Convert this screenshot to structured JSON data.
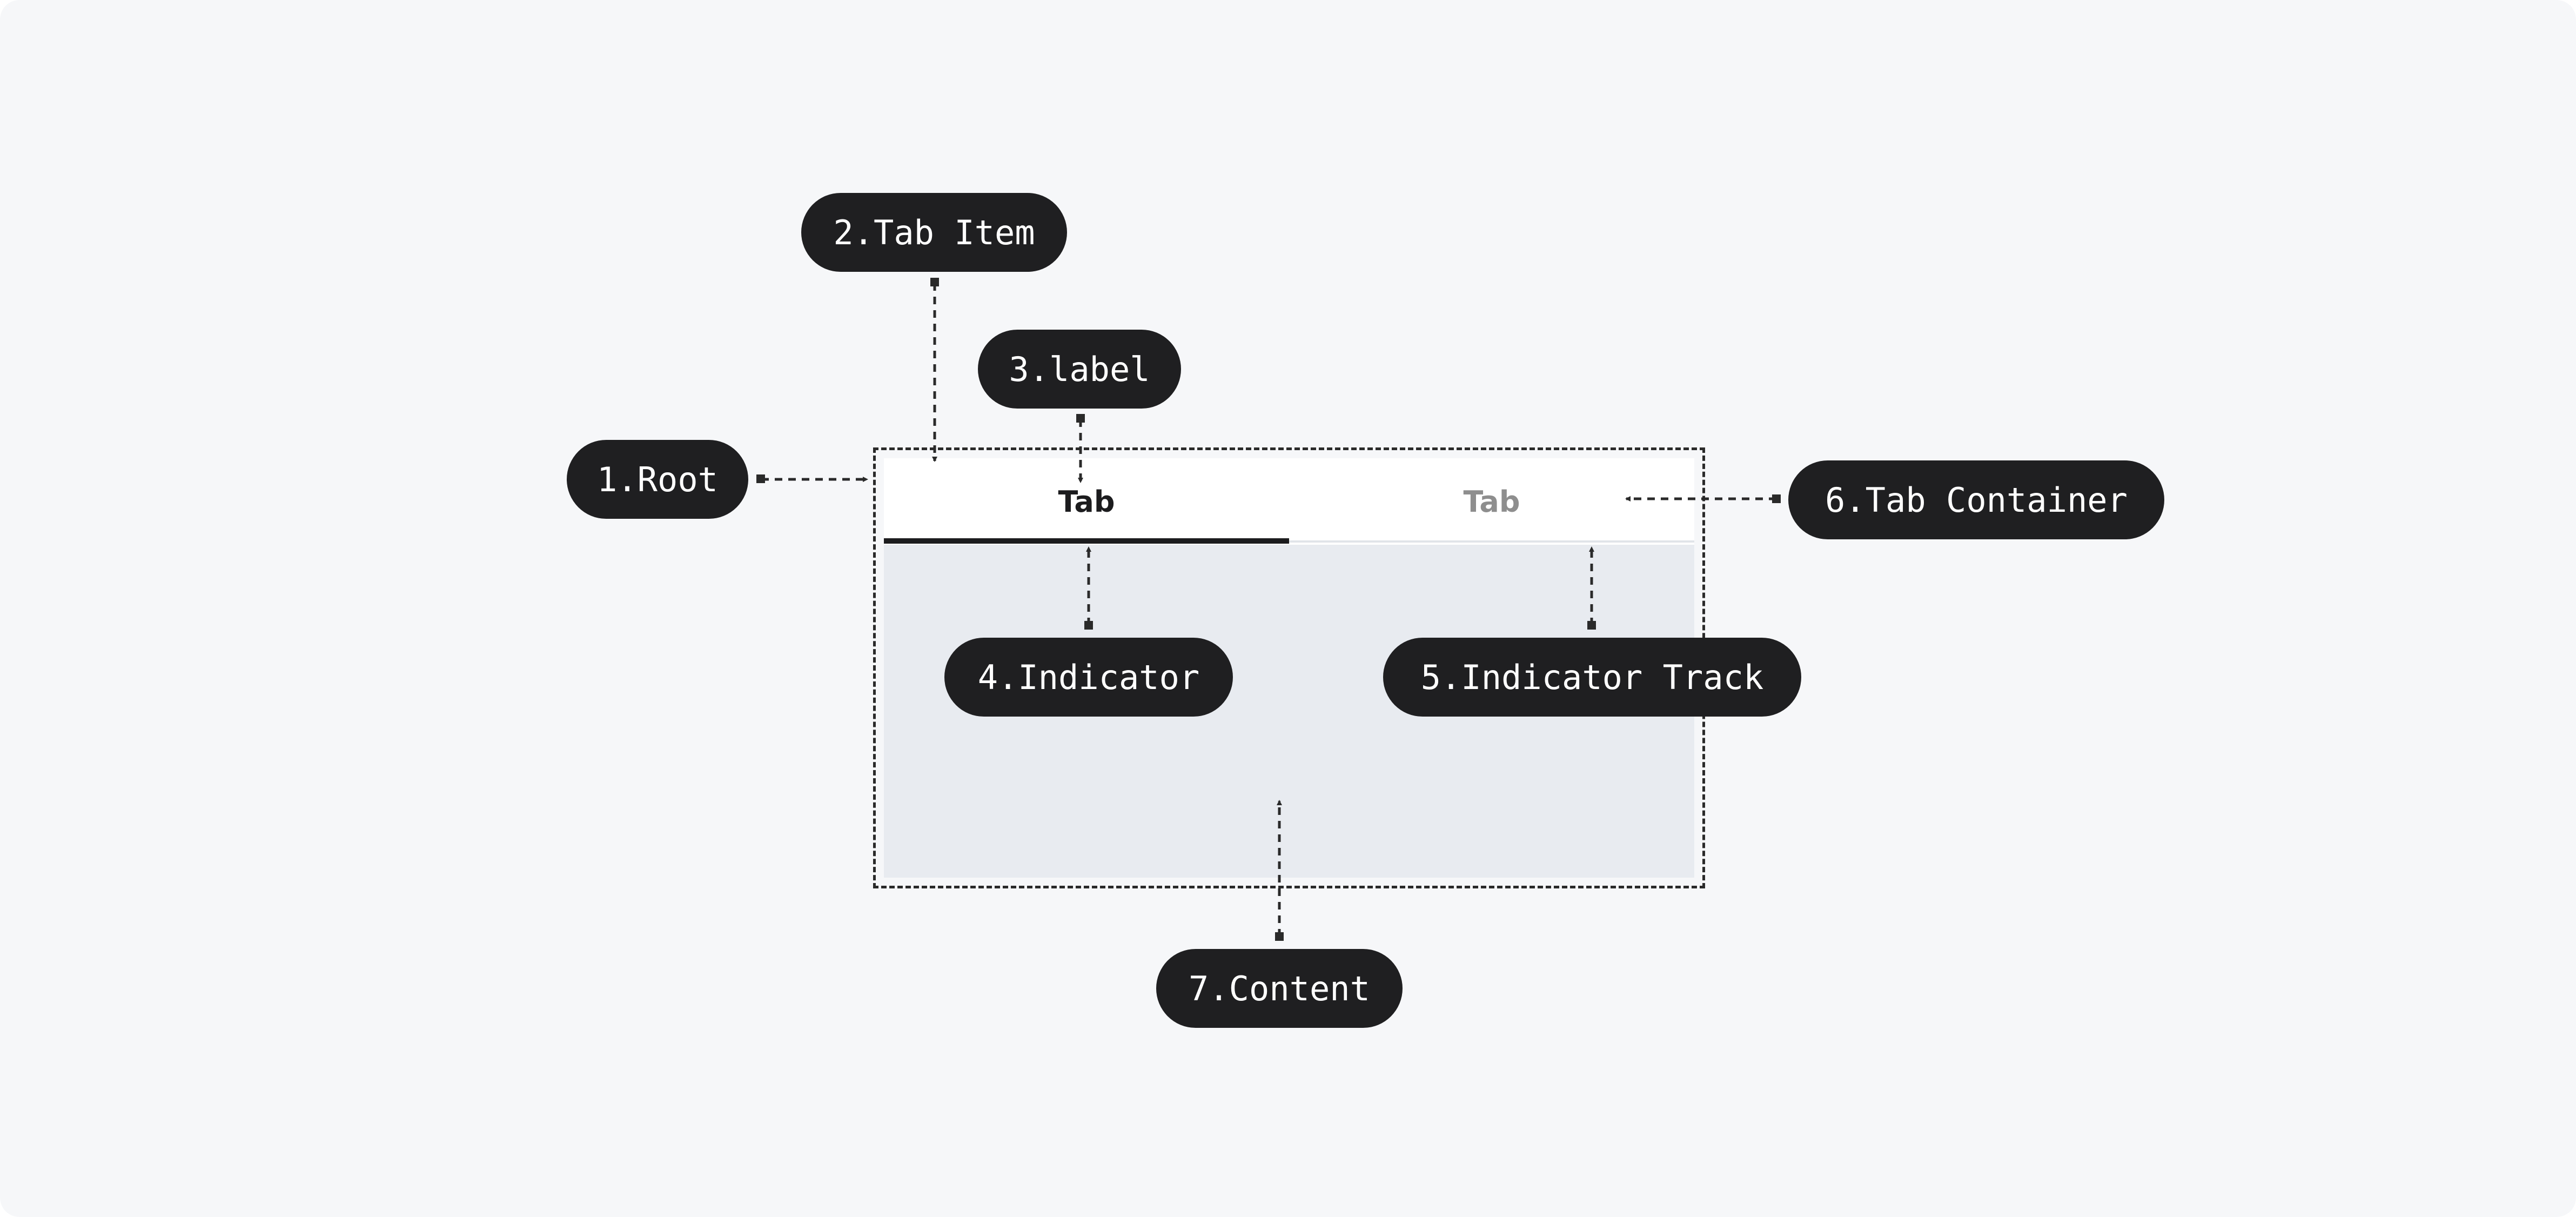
{
  "component": {
    "tabs": [
      {
        "label": "Tab",
        "state": "active"
      },
      {
        "label": "Tab",
        "state": "inactive"
      }
    ]
  },
  "callouts": [
    {
      "id": "root",
      "text": "1.Root"
    },
    {
      "id": "tab-item",
      "text": "2.Tab Item"
    },
    {
      "id": "label",
      "text": "3.label"
    },
    {
      "id": "indicator",
      "text": "4.Indicator"
    },
    {
      "id": "indicator-track",
      "text": "5.Indicator Track"
    },
    {
      "id": "tab-container",
      "text": "6.Tab Container"
    },
    {
      "id": "content",
      "text": "7.Content"
    }
  ],
  "colors": {
    "background": "#f6f7f9",
    "pill": "#1f1f21",
    "pill_text": "#ffffff",
    "active_tab_text": "#1c1c1e",
    "inactive_tab_text": "#8e8e8e",
    "indicator": "#1c1c1e",
    "content_fill": "#e8ebf0"
  }
}
